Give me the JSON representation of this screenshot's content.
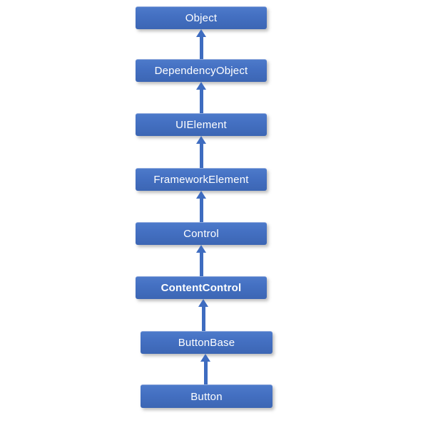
{
  "diagram": {
    "type": "class-hierarchy-flowchart",
    "arrow_direction": "up",
    "nodes": [
      {
        "label": "Object",
        "emphasis": false
      },
      {
        "label": "DependencyObject",
        "emphasis": false
      },
      {
        "label": "UIElement",
        "emphasis": false
      },
      {
        "label": "FrameworkElement",
        "emphasis": false
      },
      {
        "label": "Control",
        "emphasis": false
      },
      {
        "label": "ContentControl",
        "emphasis": true
      },
      {
        "label": "ButtonBase",
        "emphasis": false
      },
      {
        "label": "Button",
        "emphasis": false
      }
    ],
    "edges": [
      {
        "from": "DependencyObject",
        "to": "Object"
      },
      {
        "from": "UIElement",
        "to": "DependencyObject"
      },
      {
        "from": "FrameworkElement",
        "to": "UIElement"
      },
      {
        "from": "Control",
        "to": "FrameworkElement"
      },
      {
        "from": "ContentControl",
        "to": "Control"
      },
      {
        "from": "ButtonBase",
        "to": "ContentControl"
      },
      {
        "from": "Button",
        "to": "ButtonBase"
      }
    ],
    "colors": {
      "box_gradient_top": "#4d7aca",
      "box_gradient_bottom": "#3c66b4",
      "box_highlight_edge": "#8fa9dd",
      "arrow": "#3e6cc0",
      "text": "#ffffff",
      "background": "#ffffff"
    }
  }
}
